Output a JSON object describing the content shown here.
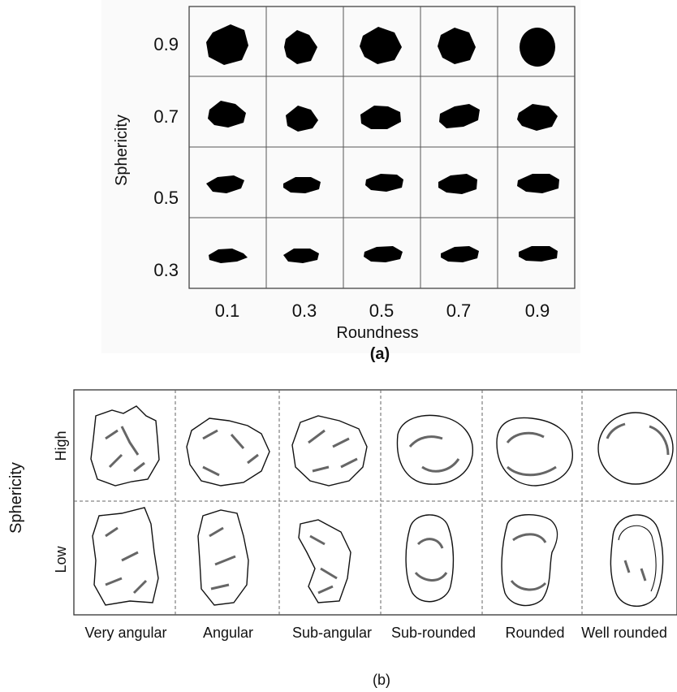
{
  "panel_a": {
    "y_axis_label": "Sphericity",
    "x_axis_label": "Roundness",
    "caption": "(a)",
    "sphericity_values": [
      "0.9",
      "0.7",
      "0.5",
      "0.3"
    ],
    "roundness_values": [
      "0.1",
      "0.3",
      "0.5",
      "0.7",
      "0.9"
    ]
  },
  "panel_b": {
    "y_axis_label": "Sphericity",
    "caption": "(b)",
    "rows": [
      "High",
      "Low"
    ],
    "columns": [
      "Very angular",
      "Angular",
      "Sub-angular",
      "Sub-rounded",
      "Rounded",
      "Well rounded"
    ]
  }
}
